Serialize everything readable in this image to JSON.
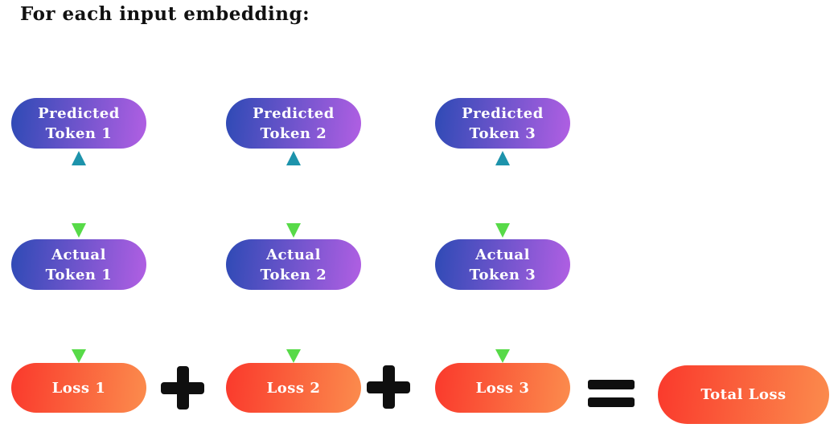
{
  "title": "For each input embedding:",
  "columns": [
    {
      "predicted_label": "Predicted\nToken 1",
      "actual_label": "Actual\nToken 1",
      "loss_label": "Loss 1"
    },
    {
      "predicted_label": "Predicted\nToken 2",
      "actual_label": "Actual\nToken 2",
      "loss_label": "Loss 2"
    },
    {
      "predicted_label": "Predicted\nToken 3",
      "actual_label": "Actual\nToken 3",
      "loss_label": "Loss 3"
    }
  ],
  "operators": {
    "plus": "+",
    "equals": "="
  },
  "total": {
    "label": "Total Loss"
  },
  "icons": {
    "compare": "double-arrow-icon",
    "to_loss": "down-arrow-icon",
    "add": "plus-icon",
    "result": "equals-icon"
  },
  "colors": {
    "token_pill_start": "#2e4ab5",
    "token_pill_end": "#b15fe3",
    "loss_pill_start": "#fa392c",
    "loss_pill_end": "#fb8c4d",
    "arrow_start": "#1d93ab",
    "arrow_end": "#57da48",
    "operator": "#0f0f0f",
    "title_text": "#111111",
    "pill_text": "#ffffff"
  }
}
